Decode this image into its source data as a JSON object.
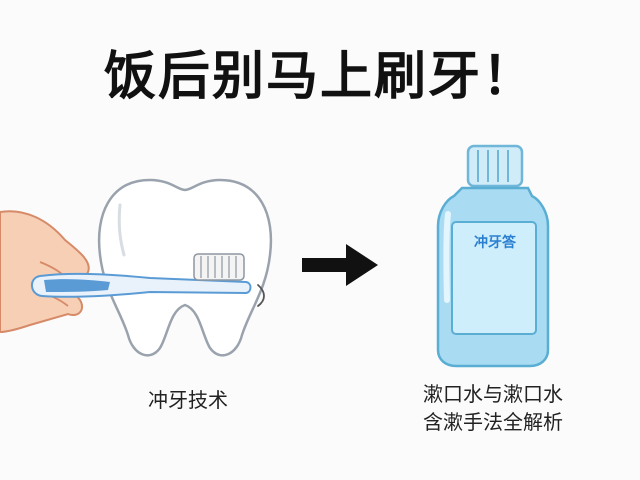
{
  "title": "饭后别马上刷牙！",
  "left_caption": "冲牙技术",
  "right_caption": [
    "漱口水与漱口水",
    "含漱手法全解析"
  ],
  "bottle_label": "冲牙答",
  "icons": {
    "tooth": "tooth-icon",
    "toothbrush": "toothbrush-icon",
    "hand": "hand-icon",
    "arrow": "arrow-right-icon",
    "bottle": "mouthwash-bottle-icon"
  },
  "colors": {
    "title": "#111111",
    "bottle": "#a9dcf2",
    "bottle_cap": "#cfecf8",
    "label_text": "#2a7fd0",
    "brush": "#5b9bd5"
  }
}
